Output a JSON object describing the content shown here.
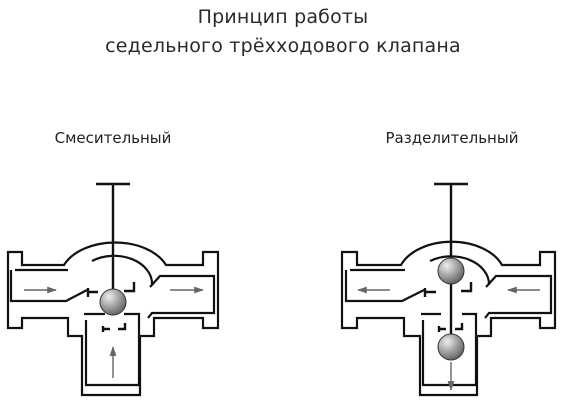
{
  "title": {
    "line1": "Принцип работы",
    "line2": "седельного трёхходового клапана"
  },
  "diagrams": [
    {
      "label": "Смесительный",
      "balls": 1,
      "flow": "mixing"
    },
    {
      "label": "Разделительный",
      "balls": 2,
      "flow": "diverting"
    }
  ],
  "colors": {
    "line": "#111111",
    "arrow": "#666666",
    "ball_light": "#eeeeee",
    "ball_dark": "#555555"
  },
  "icons": [
    "arrow-right-icon",
    "arrow-left-icon",
    "arrow-up-icon",
    "arrow-down-icon",
    "ball-plug-icon"
  ]
}
